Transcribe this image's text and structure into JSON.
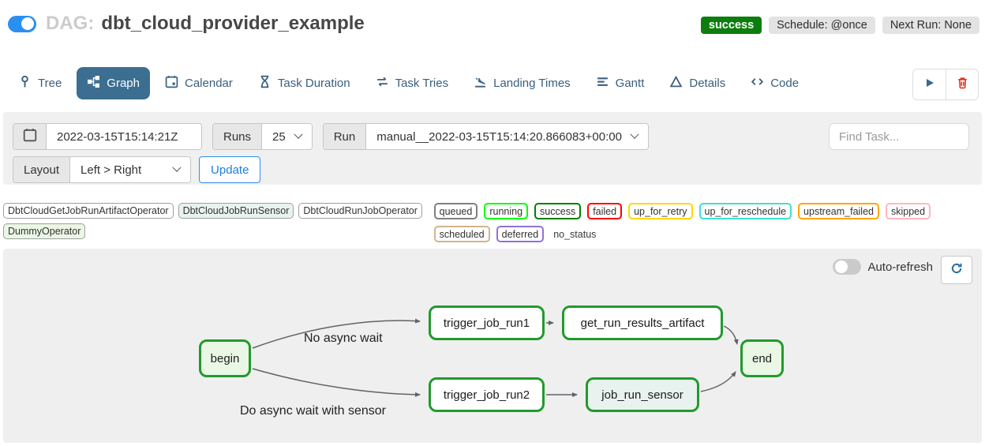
{
  "header": {
    "dag_prefix": "DAG:",
    "dag_title": "dbt_cloud_provider_example",
    "status_badge": "success",
    "status_badge_bg": "#0d7e0d",
    "schedule_badge": "Schedule: @once",
    "next_run_badge": "Next Run: None"
  },
  "tabs": [
    {
      "label": "Tree",
      "icon": "tree-icon"
    },
    {
      "label": "Graph",
      "icon": "graph-icon"
    },
    {
      "label": "Calendar",
      "icon": "calendar-icon"
    },
    {
      "label": "Task Duration",
      "icon": "hourglass-icon"
    },
    {
      "label": "Task Tries",
      "icon": "retry-arrows-icon"
    },
    {
      "label": "Landing Times",
      "icon": "plane-landing-icon"
    },
    {
      "label": "Gantt",
      "icon": "gantt-bars-icon"
    },
    {
      "label": "Details",
      "icon": "triangle-icon"
    },
    {
      "label": "Code",
      "icon": "code-brackets-icon"
    }
  ],
  "tabs_meta": {
    "active_index": 1,
    "active_bg": "#3c6e91"
  },
  "filters": {
    "execution_date": "2022-03-15T15:14:21Z",
    "runs_label": "Runs",
    "runs_value": "25",
    "run_label": "Run",
    "run_value": "manual__2022-03-15T15:14:20.866083+00:00",
    "find_task_placeholder": "Find Task...",
    "layout_label": "Layout",
    "layout_value": "Left > Right",
    "update_label": "Update"
  },
  "legend": {
    "operators": [
      {
        "label": "DbtCloudGetJobRunArtifactOperator",
        "bg": "#ffffff"
      },
      {
        "label": "DbtCloudJobRunSensor",
        "bg": "#e8f2ee"
      },
      {
        "label": "DbtCloudRunJobOperator",
        "bg": "#ffffff"
      },
      {
        "label": "DummyOperator",
        "bg": "#e9f7e4"
      }
    ],
    "statuses": [
      {
        "label": "queued",
        "border": "#808080"
      },
      {
        "label": "running",
        "border": "#00ff00"
      },
      {
        "label": "success",
        "border": "#008000"
      },
      {
        "label": "failed",
        "border": "#ff0000"
      },
      {
        "label": "up_for_retry",
        "border": "#ffd700"
      },
      {
        "label": "up_for_reschedule",
        "border": "#40e0d0"
      },
      {
        "label": "upstream_failed",
        "border": "#ffa500"
      },
      {
        "label": "skipped",
        "border": "#ffb6c1"
      },
      {
        "label": "scheduled",
        "border": "#d2b48c"
      },
      {
        "label": "deferred",
        "border": "#9370db"
      }
    ],
    "no_status_label": "no_status"
  },
  "graph": {
    "auto_refresh_label": "Auto-refresh",
    "node_border": "#219a2c",
    "edge_color": "#5f6368",
    "nodes": [
      {
        "id": "begin",
        "label": "begin",
        "fill": "#e9f7e4"
      },
      {
        "id": "trigger_job_run1",
        "label": "trigger_job_run1",
        "fill": "#ffffff"
      },
      {
        "id": "get_run_results_artifact",
        "label": "get_run_results_artifact",
        "fill": "#ffffff"
      },
      {
        "id": "end",
        "label": "end",
        "fill": "#e9f7e4"
      },
      {
        "id": "trigger_job_run2",
        "label": "trigger_job_run2",
        "fill": "#ffffff"
      },
      {
        "id": "job_run_sensor",
        "label": "job_run_sensor",
        "fill": "#e8f2ee"
      }
    ],
    "edge_labels": [
      {
        "label": "No async wait"
      },
      {
        "label": "Do async wait with sensor"
      }
    ],
    "edges": [
      "begin -> trigger_job_run1",
      "begin -> trigger_job_run2",
      "trigger_job_run1 -> get_run_results_artifact",
      "get_run_results_artifact -> end",
      "trigger_job_run2 -> job_run_sensor",
      "job_run_sensor -> end"
    ]
  }
}
